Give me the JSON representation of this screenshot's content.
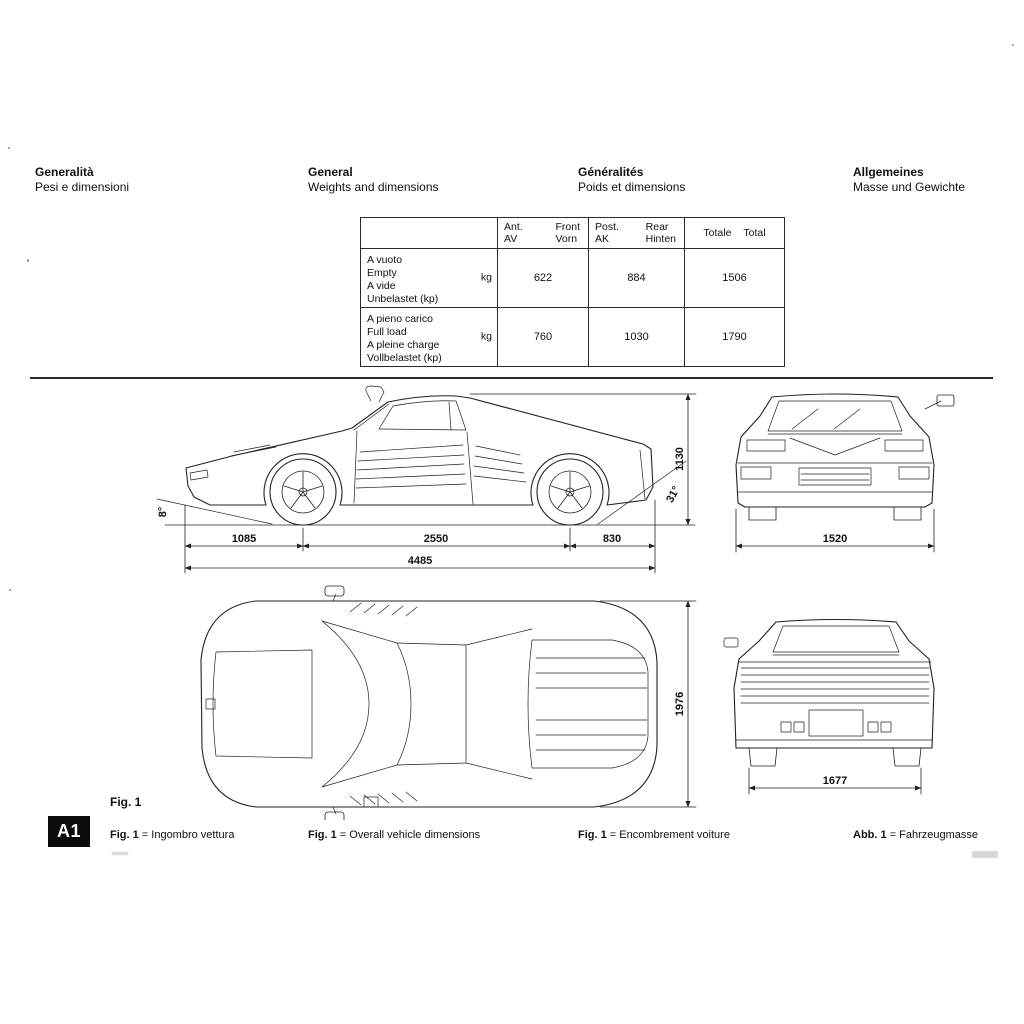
{
  "header": {
    "columns": [
      {
        "title": "Generalità",
        "subtitle": "Pesi e dimensioni"
      },
      {
        "title": "General",
        "subtitle": "Weights and dimensions"
      },
      {
        "title": "Généralités",
        "subtitle": "Poids et dimensions"
      },
      {
        "title": "Allgemeines",
        "subtitle": "Masse und Gewichte"
      }
    ]
  },
  "weights_table": {
    "headers": {
      "front": [
        "Ant.",
        "AV",
        "Front",
        "Vorn"
      ],
      "rear": [
        "Post.",
        "AK",
        "Rear",
        "Hinten"
      ],
      "total": [
        "Totale",
        "Total"
      ]
    },
    "rows": [
      {
        "labels": [
          "A vuoto",
          "Empty",
          "A vide",
          "Unbelastet (kp)"
        ],
        "unit": "kg",
        "front": "622",
        "rear": "884",
        "total": "1506"
      },
      {
        "labels": [
          "A pieno carico",
          "Full load",
          "A pleine charge",
          "Vollbelastet (kp)"
        ],
        "unit": "kg",
        "front": "760",
        "rear": "1030",
        "total": "1790"
      }
    ]
  },
  "dimensions": {
    "front_overhang": "1085",
    "wheelbase": "2550",
    "rear_overhang": "830",
    "overall_length": "4485",
    "height": "1130",
    "front_width": "1520",
    "overall_width": "1976",
    "rear_width": "1677",
    "front_angle": "8°",
    "rear_angle": "31°"
  },
  "figure": {
    "fig_label": "Fig. 1",
    "page_code": "A1",
    "captions": [
      {
        "label": "Fig. 1",
        "rest": "= Ingombro vettura"
      },
      {
        "label": "Fig. 1",
        "rest": "= Overall vehicle dimensions"
      },
      {
        "label": "Fig. 1",
        "rest": "= Encombrement voiture"
      },
      {
        "label": "Abb. 1",
        "rest": "= Fahrzeugmasse"
      }
    ]
  }
}
